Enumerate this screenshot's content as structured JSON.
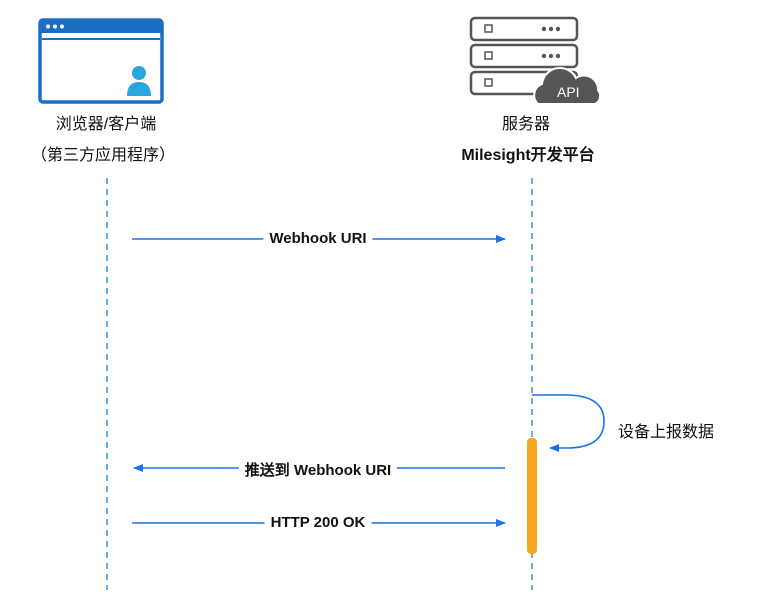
{
  "actors": {
    "client": {
      "name_line1": "浏览器/客户端",
      "name_line2": "（第三方应用程序）",
      "icon": "browser-window-user-icon"
    },
    "server": {
      "name_line1": "服务器",
      "name_line2": "Milesight开发平台",
      "api_label": "API",
      "icon": "server-stack-api-cloud-icon"
    }
  },
  "messages": [
    {
      "text": "Webhook URI",
      "from": "client",
      "to": "server"
    },
    {
      "text": "设备上报数据",
      "from": "server",
      "to": "server"
    },
    {
      "text": "推送到 Webhook URI",
      "from": "server",
      "to": "client"
    },
    {
      "text": "HTTP 200 OK",
      "from": "client",
      "to": "server"
    }
  ],
  "colors": {
    "lifeline": "#3b8de0",
    "arrow": "#1a73e8",
    "icon_blue": "#1a6fc4",
    "activation": "#f5a623",
    "server_gray": "#555555"
  }
}
